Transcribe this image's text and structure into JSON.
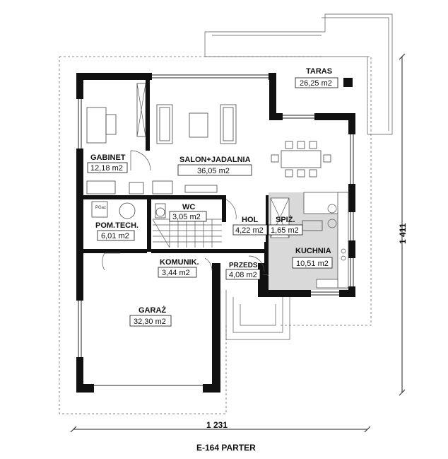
{
  "rooms": [
    {
      "name": "TARAS",
      "area": "26,25 m2"
    },
    {
      "name": "GABINET",
      "area": "12,18 m2"
    },
    {
      "name": "SALON+JADALNIA",
      "area": "36,05 m2"
    },
    {
      "name": "WC",
      "area": "3,05 m2"
    },
    {
      "name": "HOL",
      "area": "4,22 m2"
    },
    {
      "name": "SPIŻ.",
      "area": "1,65 m2"
    },
    {
      "name": "POM.TECH.",
      "area": "6,01 m2"
    },
    {
      "name": "KOMUNIK.",
      "area": "3,44 m2"
    },
    {
      "name": "PRZEDS.",
      "area": "4,08 m2"
    },
    {
      "name": "KUCHNIA",
      "area": "10,51 m2"
    },
    {
      "name": "GARAŻ",
      "area": "32,30 m2"
    }
  ],
  "fixture_label": "PGaz",
  "dimensions": {
    "width": "1 231",
    "height": "1 411"
  },
  "caption": "E-164 PARTER"
}
